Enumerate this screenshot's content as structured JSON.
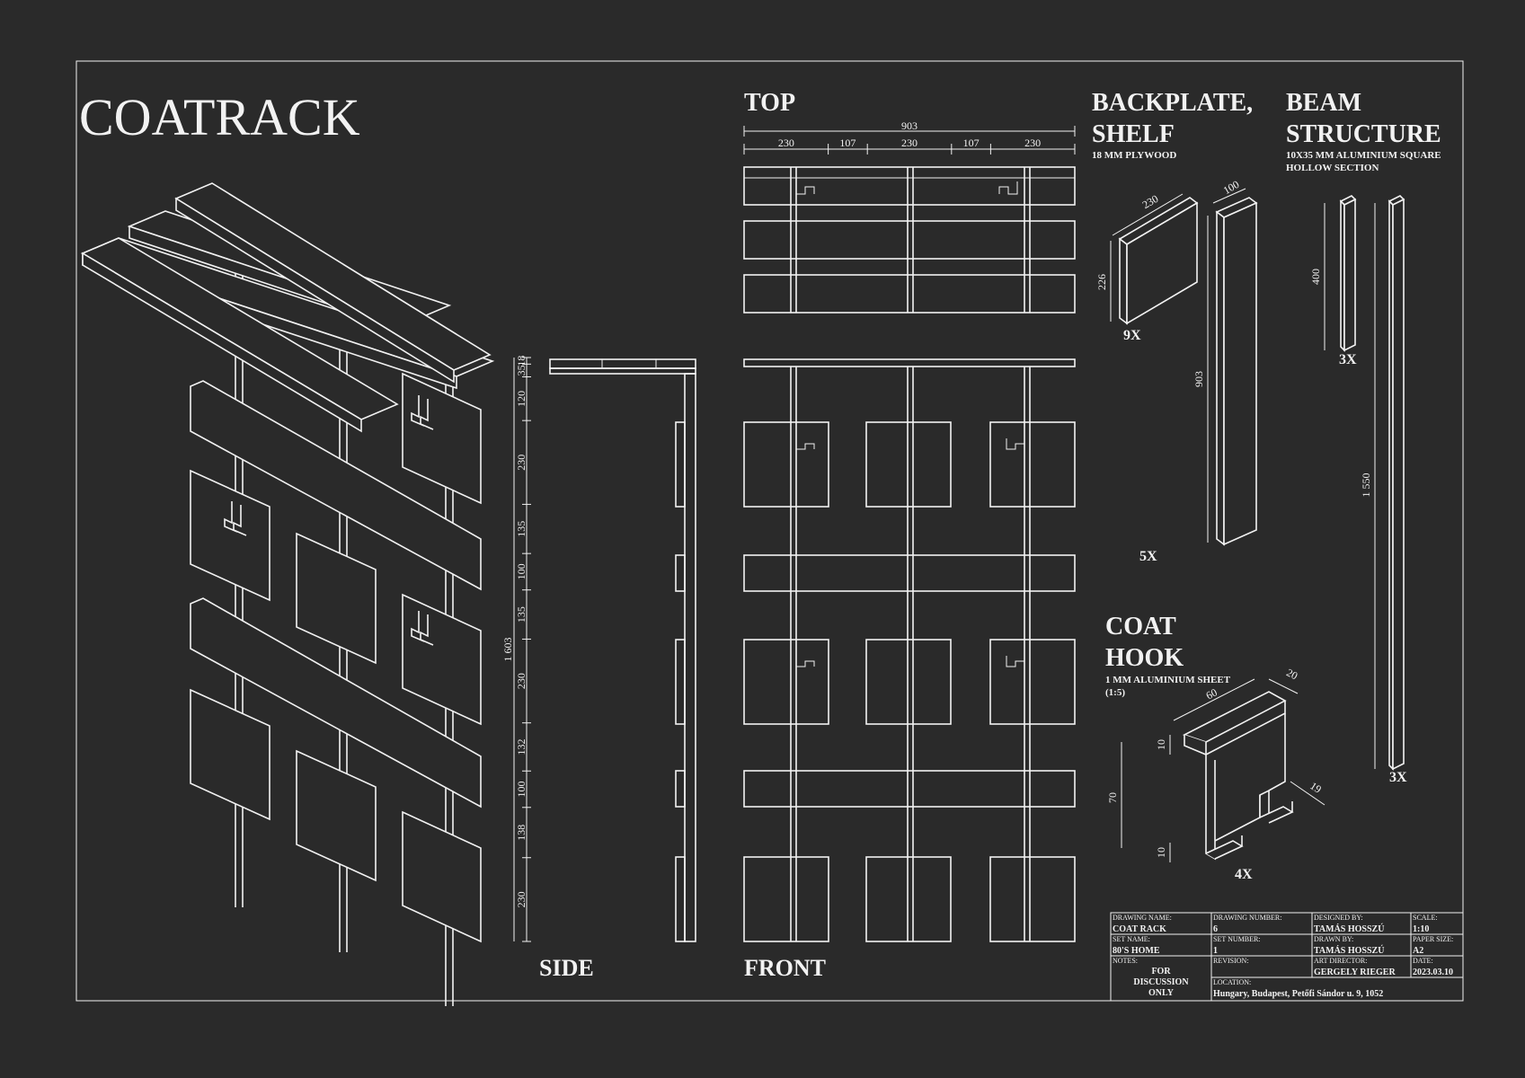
{
  "title": "COATRACK",
  "views": {
    "top": "TOP",
    "side": "SIDE",
    "front": "FRONT"
  },
  "top_dims": {
    "overall": "903",
    "segments": [
      "230",
      "107",
      "230",
      "107",
      "230"
    ]
  },
  "side_dims": [
    "18",
    "35",
    "120",
    "230",
    "135",
    "100",
    "135",
    "230",
    "132",
    "100",
    "138",
    "230"
  ],
  "side_total": "1 603",
  "backplate": {
    "title_line1": "BACKPLATE,",
    "title_line2": "SHELF",
    "material": "18 MM PLYWOOD",
    "plate_w": "230",
    "plate_h": "226",
    "plate_qty": "9X",
    "shelf_w": "100",
    "shelf_l": "903",
    "shelf_qty": "5X"
  },
  "beam": {
    "title_line1": "BEAM",
    "title_line2": "STRUCTURE",
    "material_line1": "10X35 MM ALUMINIUM SQUARE",
    "material_line2": "HOLLOW SECTION",
    "short_len": "400",
    "short_qty": "3X",
    "long_len": "1 550",
    "long_qty": "3X"
  },
  "hook": {
    "title_line1": "COAT",
    "title_line2": "HOOK",
    "material": "1 MM ALUMINIUM SHEET",
    "scale": "(1:5)",
    "d20": "20",
    "d60": "60",
    "d10a": "10",
    "d70": "70",
    "d19": "19",
    "d10b": "10",
    "qty": "4X"
  },
  "title_block": {
    "drawing_name_label": "DRAWING NAME:",
    "drawing_name": "COAT RACK",
    "drawing_number_label": "DRAWING NUMBER:",
    "drawing_number": "6",
    "designed_by_label": "DESIGNED BY:",
    "designed_by": "TAMÁS HOSSZÚ",
    "scale_label": "SCALE:",
    "scale": "1:10",
    "set_name_label": "SET NAME:",
    "set_name": "80'S HOME",
    "set_number_label": "SET NUMBER:",
    "set_number": "1",
    "drawn_by_label": "DRAWN BY:",
    "drawn_by": "TAMÁS HOSSZÚ",
    "paper_size_label": "PAPER SIZE:",
    "paper_size": "A2",
    "notes_label": "NOTES:",
    "notes_line1": "FOR",
    "notes_line2": "DISCUSSION",
    "notes_line3": "ONLY",
    "revision_label": "REVISION:",
    "art_director_label": "ART DIRECTOR:",
    "art_director": "GERGELY RIEGER",
    "date_label": "DATE:",
    "date": "2023.03.10",
    "location_label": "LOCATION:",
    "location": "Hungary, Budapest, Petőfi Sándor u. 9, 1052"
  }
}
